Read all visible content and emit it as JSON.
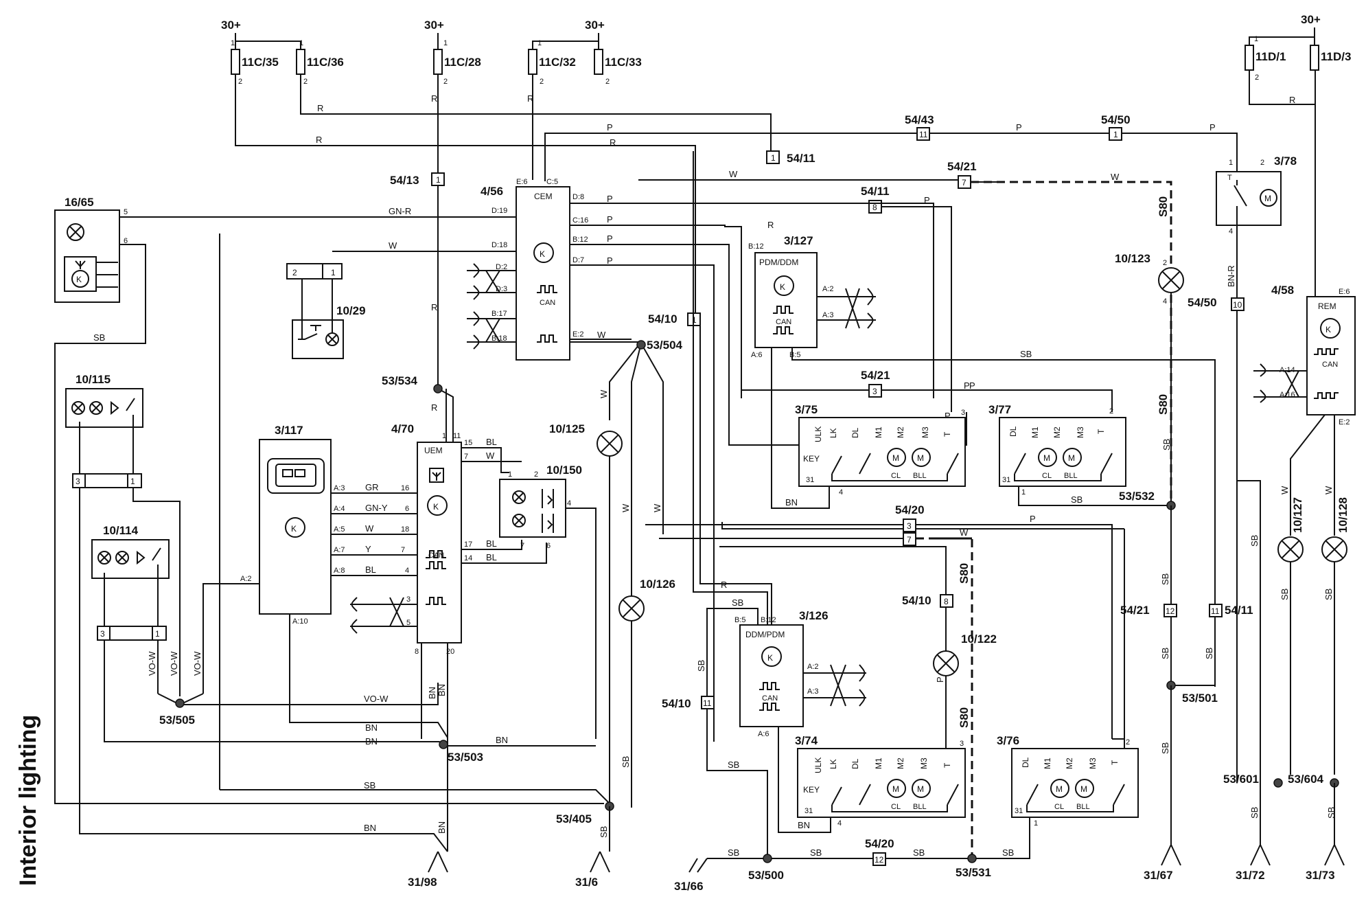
{
  "title": "Interior lighting",
  "supply": {
    "label": "30+",
    "fuses": [
      "11C/35",
      "11C/36",
      "11C/28",
      "11C/32",
      "11C/33",
      "11D/1",
      "11D/3"
    ],
    "pins": [
      "1",
      "2"
    ]
  },
  "modules": {
    "cem": {
      "id": "4/56",
      "name": "CEM",
      "pins": [
        "E:6",
        "C:5",
        "D:8",
        "D:19",
        "C:16",
        "D:18",
        "B:12",
        "D:2",
        "D:7",
        "D:3",
        "B:17",
        "B:18",
        "E:2"
      ],
      "can": "CAN"
    },
    "uem": {
      "id": "4/70",
      "name": "UEM",
      "pins": [
        "1",
        "11",
        "15",
        "7",
        "17",
        "14",
        "3",
        "5",
        "8",
        "20"
      ]
    },
    "rem": {
      "id": "4/58",
      "name": "REM",
      "pins": [
        "E:6",
        "A:14",
        "A:16",
        "E:2"
      ]
    },
    "pdm_ddm": {
      "id": "3/127",
      "name": "PDM/DDM",
      "pins": [
        "B:12",
        "A:2",
        "A:3",
        "A:6",
        "B:5"
      ]
    },
    "ddm_pdm": {
      "id": "3/126",
      "name": "DDM/PDM",
      "pins": [
        "B:5",
        "B:12",
        "A:2",
        "A:3",
        "A:6"
      ]
    },
    "panel": {
      "id": "3/117",
      "pins": [
        "A:3",
        "A:4",
        "A:5",
        "A:7",
        "A:8",
        "A:2",
        "A:10"
      ]
    },
    "module_1665": {
      "id": "16/65",
      "pins": [
        "5",
        "6"
      ]
    }
  },
  "locks": {
    "l375": {
      "id": "3/75",
      "cols": [
        "ULK",
        "LK",
        "DL",
        "M1",
        "M2",
        "M3",
        "T"
      ],
      "key": "KEY",
      "motors": [
        "CL",
        "BLL"
      ],
      "pins": [
        "3",
        "31",
        "4"
      ]
    },
    "l377": {
      "id": "3/77",
      "cols": [
        "DL",
        "M1",
        "M2",
        "M3",
        "T"
      ],
      "motors": [
        "CL",
        "BLL"
      ],
      "pins": [
        "2",
        "31",
        "1"
      ]
    },
    "l374": {
      "id": "3/74",
      "cols": [
        "ULK",
        "LK",
        "DL",
        "M1",
        "M2",
        "M3",
        "T"
      ],
      "key": "KEY",
      "motors": [
        "CL",
        "BLL"
      ],
      "pins": [
        "3",
        "31",
        "4"
      ]
    },
    "l376": {
      "id": "3/76",
      "cols": [
        "DL",
        "M1",
        "M2",
        "M3",
        "T"
      ],
      "motors": [
        "CL",
        "BLL"
      ],
      "pins": [
        "2",
        "31",
        "1"
      ]
    }
  },
  "components": {
    "c378": "3/78",
    "c1029": "10/29",
    "c10115": "10/115",
    "c10114": "10/114",
    "c10150": "10/150",
    "c10123": "10/123",
    "c10125": "10/125",
    "c10126": "10/126",
    "c10122": "10/122",
    "c10127": "10/127",
    "c10128": "10/128"
  },
  "connectors": {
    "c5413": {
      "id": "54/13",
      "pin": "1"
    },
    "c5411a": {
      "id": "54/11",
      "pin": "1"
    },
    "c5443": {
      "id": "54/43",
      "pin": "11"
    },
    "c5450a": {
      "id": "54/50",
      "pin": "1"
    },
    "c5421a": {
      "id": "54/21",
      "pin": "7"
    },
    "c5411b": {
      "id": "54/11",
      "pin": "8"
    },
    "c5410a": {
      "id": "54/10",
      "pin": "1"
    },
    "c5421b": {
      "id": "54/21",
      "pin": "3"
    },
    "c5450b": {
      "id": "54/50",
      "pin": "10"
    },
    "c5420a": {
      "id": "54/20",
      "pins": [
        "3",
        "7"
      ]
    },
    "c5410b": {
      "id": "54/10",
      "pin": "8"
    },
    "c5421c": {
      "id": "54/21",
      "pin": "12"
    },
    "c5411c": {
      "id": "54/11",
      "pin": "11"
    },
    "c5410c": {
      "id": "54/10",
      "pin": "11"
    },
    "c5420b": {
      "id": "54/20",
      "pin": "12"
    },
    "twopin": {
      "pins": [
        "2",
        "1"
      ]
    },
    "threepin": {
      "pins": [
        "3",
        "1"
      ]
    }
  },
  "splices": [
    "53/534",
    "53/504",
    "53/505",
    "53/503",
    "53/405",
    "53/500",
    "53/531",
    "53/532",
    "53/501",
    "53/601",
    "53/604"
  ],
  "grounds": [
    "31/98",
    "31/6",
    "31/66",
    "31/67",
    "31/72",
    "31/73"
  ],
  "variant": "S80",
  "wire_colors": [
    "R",
    "P",
    "W",
    "GN-R",
    "SB",
    "GR",
    "GN-Y",
    "Y",
    "BL",
    "BN",
    "VO-W",
    "BN-R"
  ],
  "pins_misc": [
    "1",
    "2",
    "3",
    "4",
    "5",
    "6",
    "7",
    "16",
    "18",
    "19",
    "A:10",
    "A:2",
    "A:3",
    "A:4",
    "A:5",
    "A:7",
    "A:8"
  ]
}
